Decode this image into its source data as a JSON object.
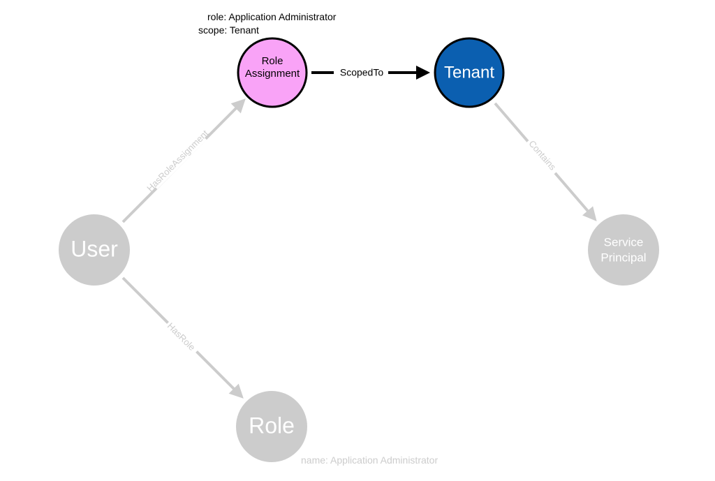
{
  "nodes": {
    "role_assignment": {
      "label_line1": "Role",
      "label_line2": "Assignment",
      "fill": "#f9a3f7",
      "props": {
        "role": "role: Application Administrator",
        "scope": "scope: Tenant"
      }
    },
    "tenant": {
      "label": "Tenant",
      "fill": "#0b5fb0"
    },
    "user": {
      "label": "User",
      "fill": "#cccccc"
    },
    "role": {
      "label": "Role",
      "fill": "#cccccc",
      "props": {
        "name": "name: Application Administrator"
      }
    },
    "service_principal": {
      "label_line1": "Service",
      "label_line2": "Principal",
      "fill": "#cccccc"
    }
  },
  "edges": {
    "scoped_to": {
      "label": "ScopedTo",
      "color": "#000000"
    },
    "has_role_assignment": {
      "label": "HasRoleAssignment",
      "color": "#cccccc"
    },
    "has_role": {
      "label": "HasRole",
      "color": "#cccccc"
    },
    "contains": {
      "label": "Contains",
      "color": "#cccccc"
    }
  }
}
